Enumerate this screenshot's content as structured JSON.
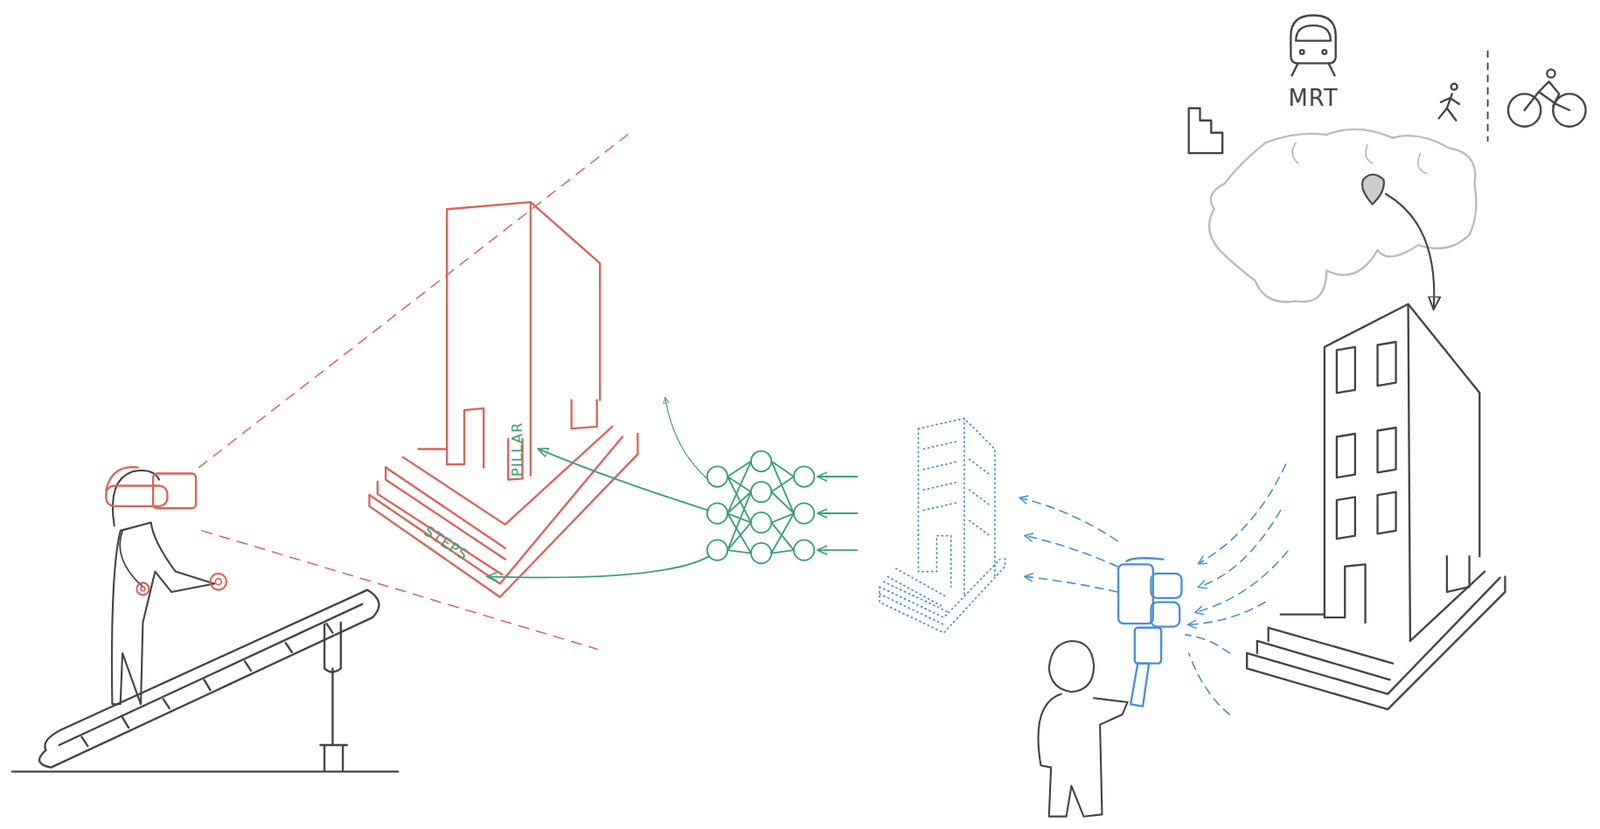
{
  "diagram": {
    "labels": [
      "MRT",
      "PILLAR",
      "STEPS"
    ]
  }
}
